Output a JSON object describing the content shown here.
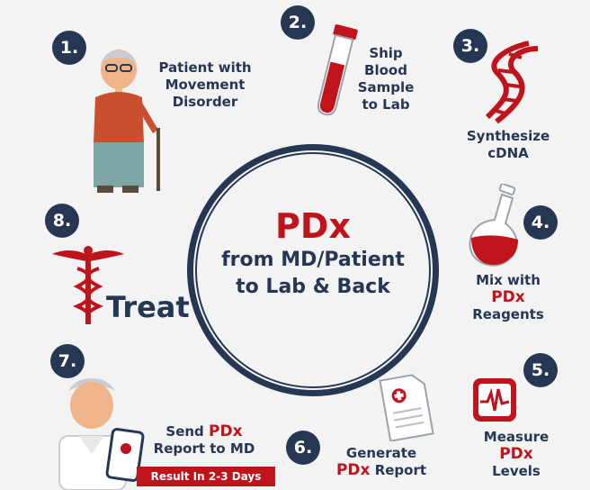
{
  "center": {
    "title": "PDx",
    "line1": "from MD/Patient",
    "line2": "to Lab & Back"
  },
  "steps": [
    {
      "number": "1.",
      "lines": [
        "Patient with",
        "Movement",
        "Disorder"
      ]
    },
    {
      "number": "2.",
      "lines": [
        "Ship",
        "Blood",
        "Sample",
        "to Lab"
      ]
    },
    {
      "number": "3.",
      "lines": [
        "Synthesize",
        "cDNA"
      ]
    },
    {
      "number": "4.",
      "line1": "Mix with",
      "highlight": "PDx",
      "line3": "Reagents"
    },
    {
      "number": "5.",
      "line1": "Measure",
      "highlight": "PDx",
      "line3": "Levels"
    },
    {
      "number": "6.",
      "line1": "Generate",
      "highlight": "PDx",
      "line2_rest": " Report"
    },
    {
      "number": "7.",
      "line1_pre": "Send ",
      "highlight": "PDx",
      "line2": "Report to MD",
      "badge": "Result In 2-3 Days"
    },
    {
      "number": "8.",
      "label": "Treat"
    }
  ],
  "colors": {
    "navy": "#263754",
    "red": "#c0141c",
    "background": "#f3f3f3"
  }
}
